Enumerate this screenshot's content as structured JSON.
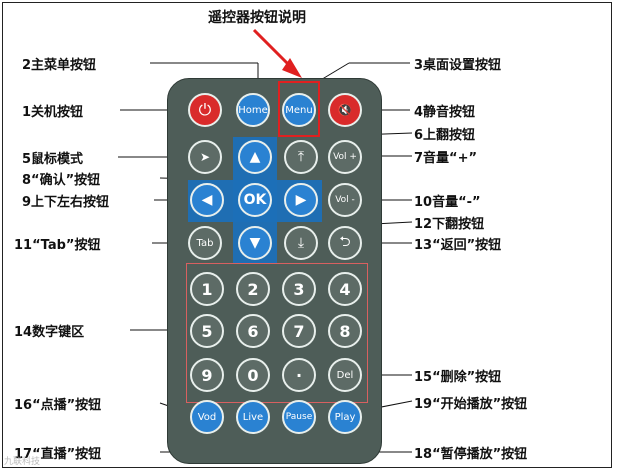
{
  "title": "遥控器按钮说明",
  "watermark": "九联科技",
  "buttons": {
    "power": "⏻",
    "home": "Home",
    "menu": "Menu",
    "mute": "🔇",
    "mouse": "➤",
    "up": "▲",
    "page_up": "⤒",
    "vol_plus": "Vol +",
    "left": "◀",
    "ok": "OK",
    "right": "▶",
    "vol_minus": "Vol -",
    "tab": "Tab",
    "down": "▼",
    "page_down": "⤓",
    "back": "⮌",
    "digits": [
      "1",
      "2",
      "3",
      "4",
      "5",
      "6",
      "7",
      "8",
      "9",
      "0",
      "·"
    ],
    "del": "Del",
    "vod": "Vod",
    "live": "Live",
    "pause": "Pause",
    "play": "Play"
  },
  "labels": {
    "main_menu": "2主菜单按钮",
    "desktop_settings": "3桌面设置按钮",
    "shutdown": "1关机按钮",
    "mute": "4静音按钮",
    "page_up": "6上翻按钮",
    "mouse_mode": "5鼠标模式",
    "volume_plus": "7音量“+”",
    "confirm": "8“确认”按钮",
    "directions": "9上下左右按钮",
    "volume_minus": "10音量“-”",
    "page_down": "12下翻按钮",
    "tab": "11“Tab”按钮",
    "back": "13“返回”按钮",
    "numeric_keys": "14数字键区",
    "delete": "15“删除”按钮",
    "on_demand": "16“点播”按钮",
    "play": "19“开始播放”按钮",
    "live": "17“直播”按钮",
    "pause": "18“暂停播放”按钮"
  },
  "colors": {
    "remote": "#4e5d58",
    "blue": "#2a82d2",
    "red": "#d92b2b",
    "highlight": "#e02020"
  }
}
